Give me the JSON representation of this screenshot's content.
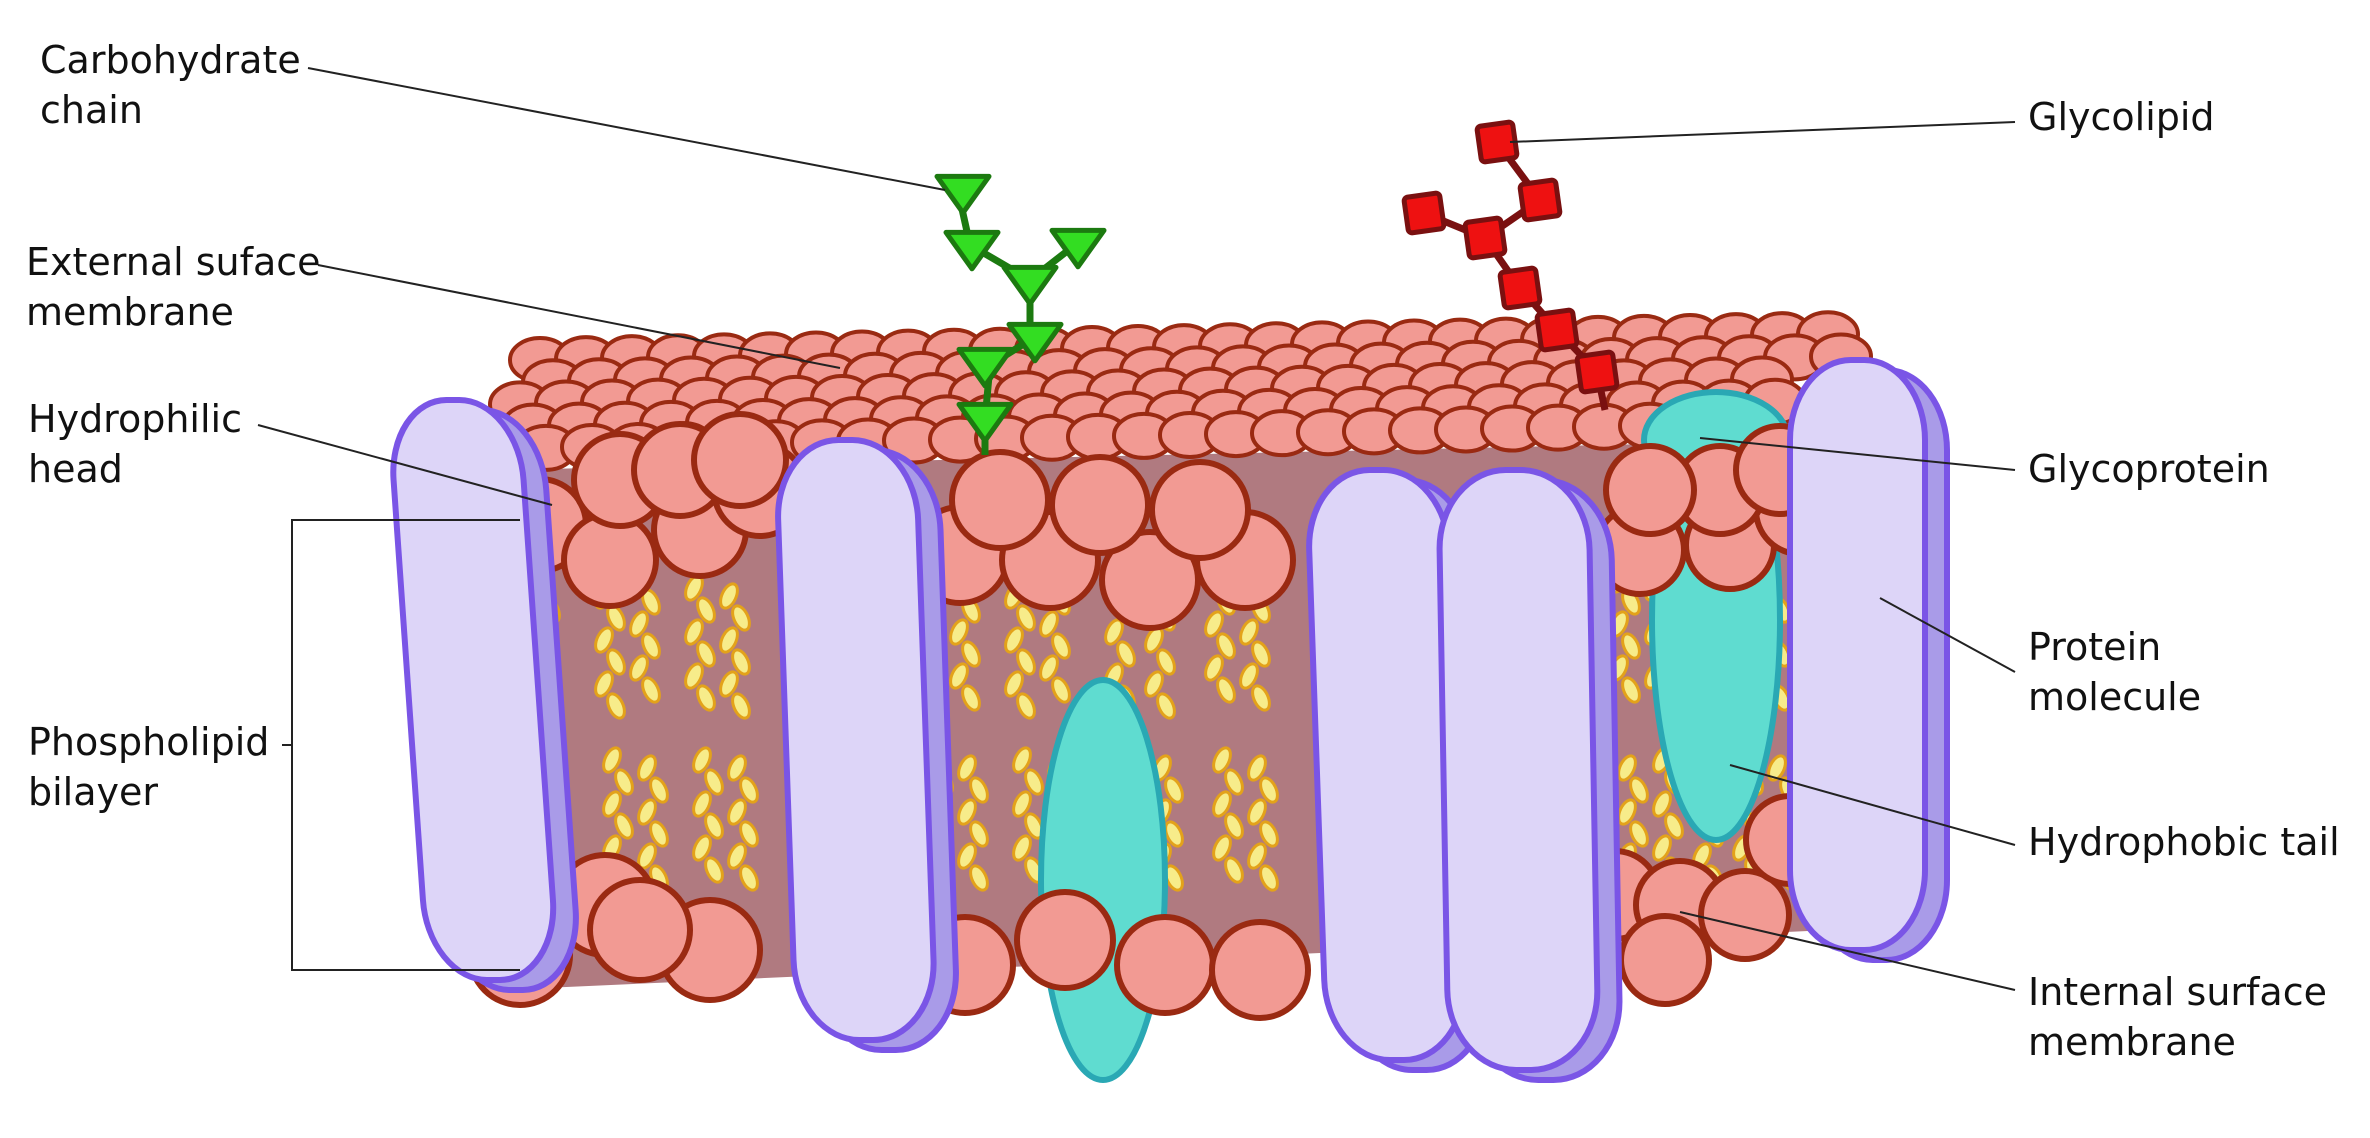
{
  "labels": {
    "carbohydrate_chain": [
      "Carbohydrate",
      "chain"
    ],
    "external_surface_membrane": [
      "External suface",
      "membrane"
    ],
    "hydrophilic_head": [
      "Hydrophilic",
      "head"
    ],
    "phospholipid_bilayer": [
      "Phospholipid",
      "bilayer"
    ],
    "glycolipid": [
      "Glycolipid"
    ],
    "glycoprotein": [
      "Glycoprotein"
    ],
    "protein_molecule": [
      "Protein",
      "molecule"
    ],
    "hydrophobic_tail": [
      "Hydrophobic tail"
    ],
    "internal_surface_membrane": [
      "Internal surface",
      "membrane"
    ]
  },
  "colors": {
    "head_fill": "#f29a93",
    "head_stroke": "#9a2a12",
    "tail_fill": "#f7ec8a",
    "tail_stroke": "#e3a21a",
    "interior": "#b07a80",
    "protein_fill": "#ddd5f8",
    "protein_side": "#a99be8",
    "protein_stroke": "#7a55e6",
    "glycoprotein_fill": "#5fdcd0",
    "glycoprotein_stroke": "#2aa8b4",
    "carbohydrate_fill": "#33dd22",
    "carbohydrate_stroke": "#1c7a10",
    "glycolipid_fill": "#ee1111",
    "glycolipid_stroke": "#7a1010"
  }
}
